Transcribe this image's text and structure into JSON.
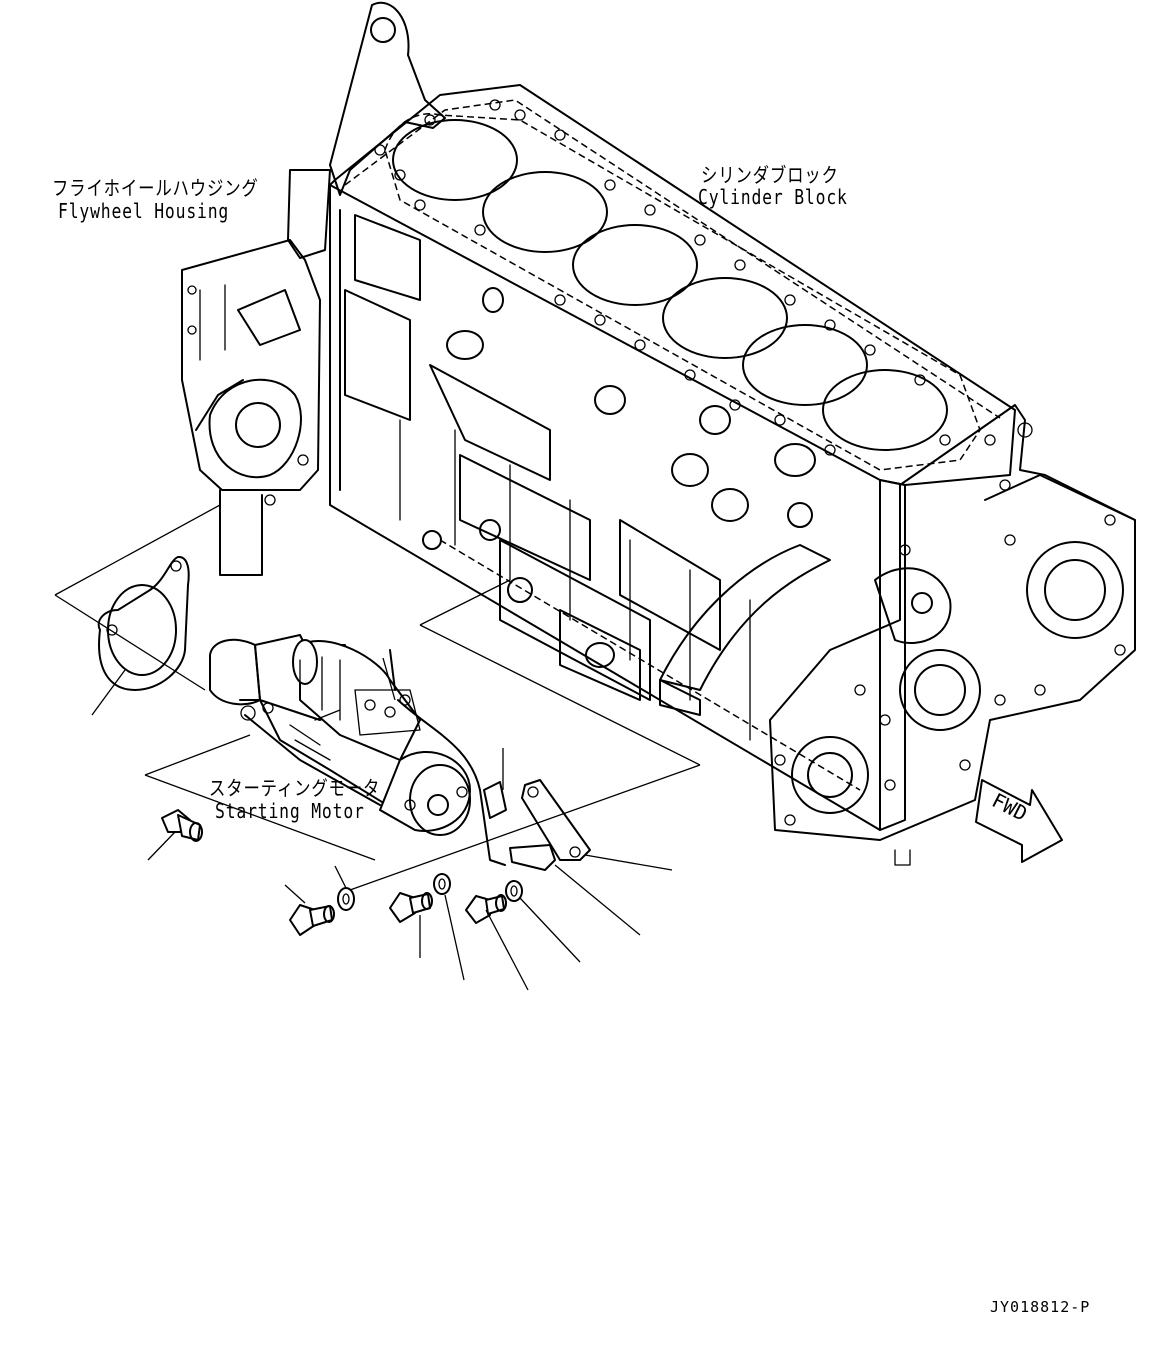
{
  "labels": {
    "flywheel_jp": "フライホイールハウジング",
    "flywheel_en": "Flywheel Housing",
    "cylinder_jp": "シリンダブロック",
    "cylinder_en": "Cylinder Block",
    "starter_jp": "スターティングモータ",
    "starter_en": "Starting Motor",
    "fwd": "FWD"
  },
  "drawing_code": "JY018812-P",
  "icons": [
    "forward-arrow-icon"
  ]
}
